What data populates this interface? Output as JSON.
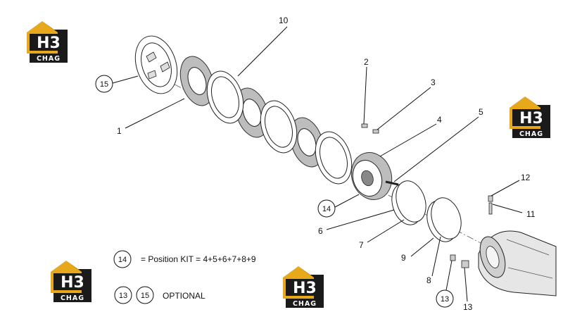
{
  "logo": {
    "top_text": "H3",
    "bottom_text": "CHAG",
    "colors": {
      "gold": "#e7a81c",
      "black": "#1a1a1a",
      "white": "#ffffff"
    }
  },
  "callouts": {
    "c1": "1",
    "c2": "2",
    "c3": "3",
    "c4": "4",
    "c5": "5",
    "c6": "6",
    "c7": "7",
    "c8": "8",
    "c9": "9",
    "c10": "10",
    "c11": "11",
    "c12": "12",
    "c13a": "13",
    "c13b": "13"
  },
  "circled": {
    "c15": "15",
    "c14": "14",
    "c13": "13"
  },
  "legend": {
    "kit_number": "14",
    "kit_text": "= Position KIT = 4+5+6+7+8+9",
    "opt_number_a": "13",
    "opt_number_b": "15",
    "opt_text": "OPTIONAL"
  }
}
